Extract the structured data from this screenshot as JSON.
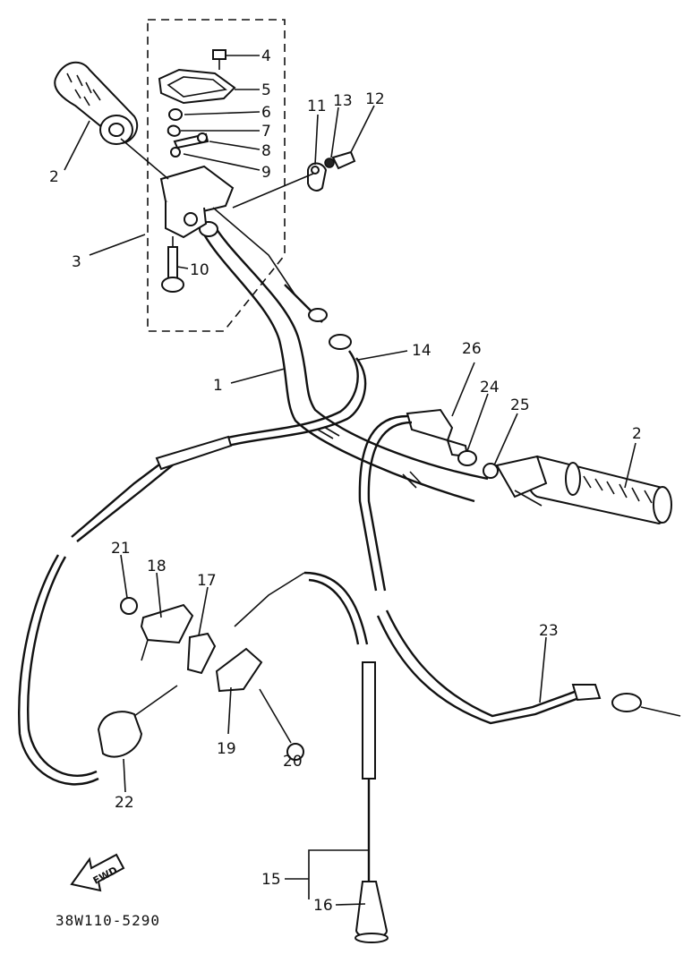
{
  "diagram": {
    "drawing_code": "38W110-5290",
    "fwd_label": "FWD",
    "callouts": [
      "1",
      "2",
      "2",
      "3",
      "4",
      "5",
      "6",
      "7",
      "8",
      "9",
      "10",
      "11",
      "12",
      "13",
      "14",
      "15",
      "16",
      "17",
      "18",
      "19",
      "20",
      "21",
      "22",
      "23",
      "24",
      "25",
      "26"
    ]
  }
}
